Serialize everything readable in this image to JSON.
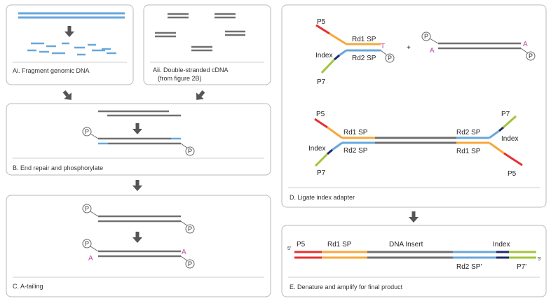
{
  "colors": {
    "gray": "#707070",
    "blue": "#68a7dc",
    "orange": "#f7a83a",
    "red": "#e63030",
    "green": "#a2c43c",
    "navy": "#1c2b6e",
    "magenta": "#c24aa6",
    "arrow": "#555555"
  },
  "panels": {
    "ai": {
      "caption": "Ai. Fragment genomic DNA"
    },
    "aii": {
      "caption_line1": "Aii. Double-stranded cDNA",
      "caption_line2": "(from figure 2B)"
    },
    "b": {
      "caption": "B. End repair and phosphorylate"
    },
    "c": {
      "caption": "C. A-tailing"
    },
    "d": {
      "caption": "D. Ligate index adapter"
    },
    "e": {
      "caption": "E. Denature and amplify for final product"
    }
  },
  "labels": {
    "phosphate": "P",
    "base_t": "T",
    "base_a": "A",
    "plus": "+",
    "p5": "P5",
    "p7": "P7",
    "rd1_sp": "Rd1 SP",
    "rd2_sp": "Rd2 SP",
    "index": "Index",
    "dna_insert": "DNA Insert",
    "rd2_sp_prime": "Rd2 SP'",
    "p7_prime": "P7'",
    "five_prime": "5'"
  }
}
